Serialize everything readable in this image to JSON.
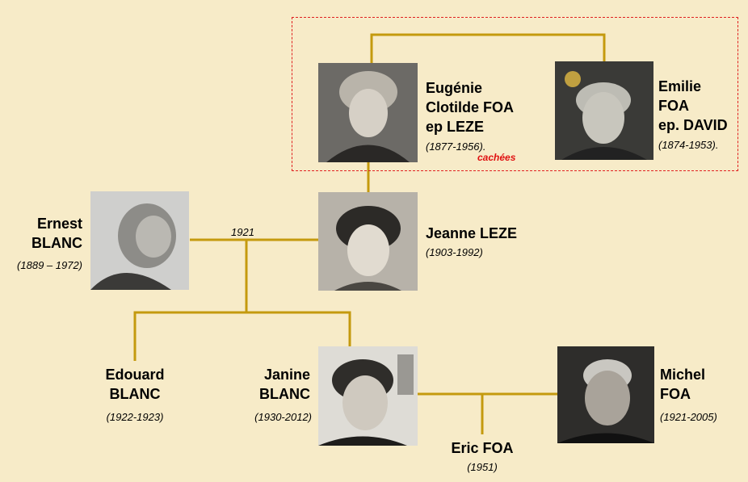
{
  "line_color": "#c49a0e",
  "hidden_box_color": "#e02020",
  "persons": {
    "eugenie": {
      "name_lines": [
        "Eugénie",
        "Clotilde FOA",
        "ep LEZE"
      ],
      "dates": "(1877-1956)."
    },
    "emilie": {
      "name_lines": [
        "Emilie",
        "FOA",
        "ep. DAVID"
      ],
      "dates": "(1874-1953)."
    },
    "ernest": {
      "name_lines": [
        "Ernest",
        "BLANC"
      ],
      "dates": "(1889 – 1972)"
    },
    "jeanne": {
      "name_lines": [
        "Jeanne LEZE"
      ],
      "dates": "(1903-1992)"
    },
    "edouard": {
      "name_lines": [
        "Edouard",
        "BLANC"
      ],
      "dates": "(1922-1923)"
    },
    "janine": {
      "name_lines": [
        "Janine",
        "BLANC"
      ],
      "dates": "(1930-2012)"
    },
    "michel": {
      "name_lines": [
        "Michel",
        "FOA"
      ],
      "dates": "(1921-2005)"
    },
    "eric": {
      "name_lines": [
        "Eric FOA"
      ],
      "dates": "(1951)"
    }
  },
  "marriage_year": "1921",
  "hidden_label": "cachées"
}
